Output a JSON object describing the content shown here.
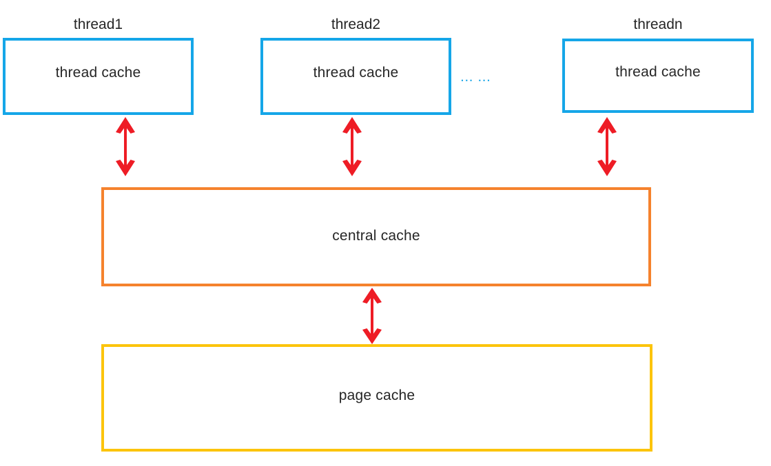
{
  "diagram": {
    "title_colors": {
      "thread_box_border": "#15a6e8",
      "central_box_border": "#f5822d",
      "page_box_border": "#fcc40c",
      "arrow_color": "#ee1c25",
      "ellipsis_color": "#1fa8e8",
      "text_color": "#262626",
      "background": "#ffffff"
    },
    "captions": [
      {
        "id": "thread1",
        "label": "thread1"
      },
      {
        "id": "thread2",
        "label": "thread2"
      },
      {
        "id": "threadn",
        "label": "threadn"
      }
    ],
    "thread_boxes": [
      {
        "id": "thread-box-1",
        "label": "thread cache"
      },
      {
        "id": "thread-box-2",
        "label": "thread cache"
      },
      {
        "id": "thread-box-3",
        "label": "thread cache"
      }
    ],
    "ellipsis": "... ...",
    "central_box": {
      "label": "central cache"
    },
    "page_box": {
      "label": "page cache"
    },
    "arrows": [
      {
        "id": "arrow-thread1",
        "kind": "double-headed-vertical",
        "from": "thread1 thread cache",
        "to": "central cache"
      },
      {
        "id": "arrow-thread2",
        "kind": "double-headed-vertical",
        "from": "thread2 thread cache",
        "to": "central cache"
      },
      {
        "id": "arrow-threadn",
        "kind": "double-headed-vertical",
        "from": "threadn thread cache",
        "to": "central cache"
      },
      {
        "id": "arrow-central-page",
        "kind": "double-headed-vertical",
        "from": "central cache",
        "to": "page cache"
      }
    ]
  }
}
